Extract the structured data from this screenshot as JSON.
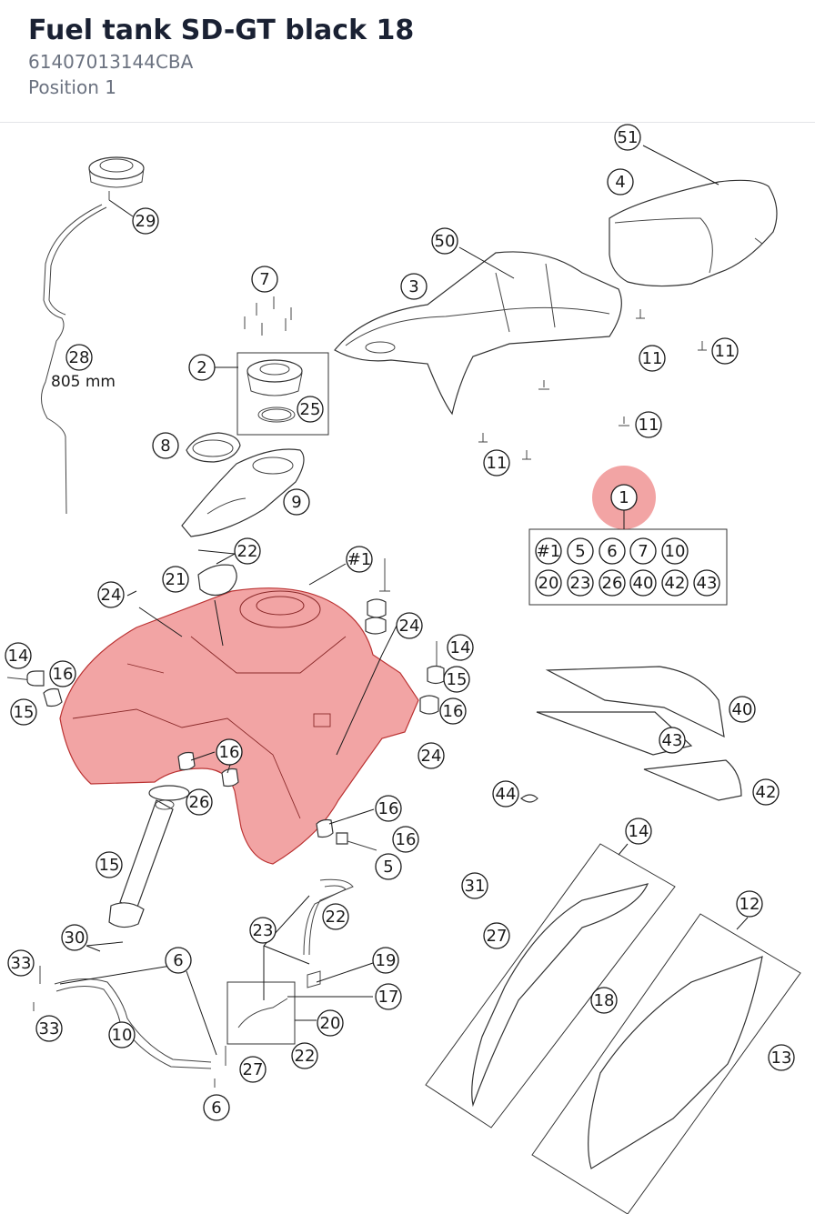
{
  "header": {
    "title": "Fuel tank SD-GT black 18",
    "part_number": "61407013144CBA",
    "position": "Position 1"
  },
  "dimension_label": "805 mm",
  "highlight_color": "#e85a5a",
  "group_box_labels": [
    "#1",
    "5",
    "6",
    "7",
    "10",
    "20",
    "23",
    "26",
    "40",
    "42",
    "43"
  ],
  "callouts": [
    "51",
    "4",
    "29",
    "50",
    "3",
    "7",
    "28",
    "2",
    "25",
    "11",
    "11",
    "8",
    "11",
    "11",
    "1",
    "9",
    "22",
    "#1",
    "21",
    "24",
    "24",
    "14",
    "14",
    "16",
    "15",
    "15",
    "16",
    "16",
    "24",
    "40",
    "43",
    "16",
    "44",
    "42",
    "26",
    "16",
    "15",
    "5",
    "14",
    "31",
    "22",
    "12",
    "30",
    "23",
    "27",
    "33",
    "6",
    "19",
    "17",
    "18",
    "33",
    "10",
    "20",
    "13",
    "22",
    "27",
    "6",
    "10"
  ]
}
